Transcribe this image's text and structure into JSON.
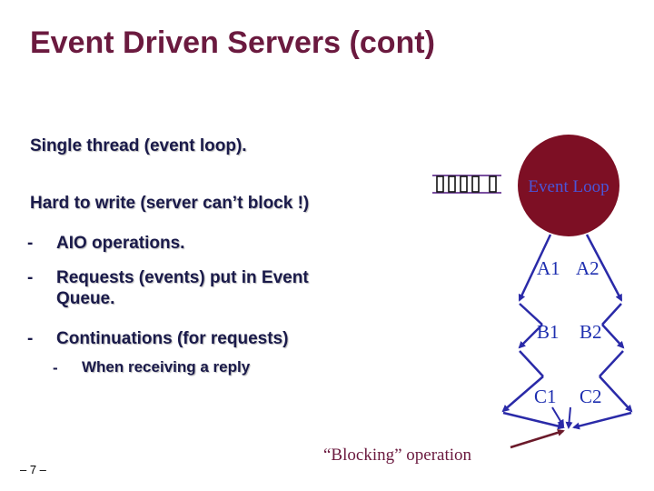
{
  "slide": {
    "title": "Event Driven Servers (cont)",
    "line1": "Single thread (event loop).",
    "line2": "Hard to write (server can’t block !)",
    "bullets": [
      {
        "marker": "-",
        "text": "AIO operations."
      },
      {
        "marker": "-",
        "text": "Requests (events) put in Event",
        "text2": "Queue."
      },
      {
        "marker": "-",
        "text": "Continuations (for requests)"
      }
    ],
    "sub_bullet": {
      "marker": "-",
      "text": "When receiving a reply"
    },
    "footer": "– 7 –"
  },
  "diagram": {
    "event_loop_label": "Event Loop",
    "nodes": [
      "A1",
      "A2",
      "B1",
      "B2",
      "C1",
      "C2"
    ],
    "blocking_label": "“Blocking” operation",
    "colors": {
      "loop_fill": "#7d0f24",
      "queue_stroke": "#7a4fa0",
      "arrow_blue": "#2a2aa8",
      "arrow_maroon": "#6b1a2a",
      "label_blue": "#1e2fb0"
    }
  }
}
